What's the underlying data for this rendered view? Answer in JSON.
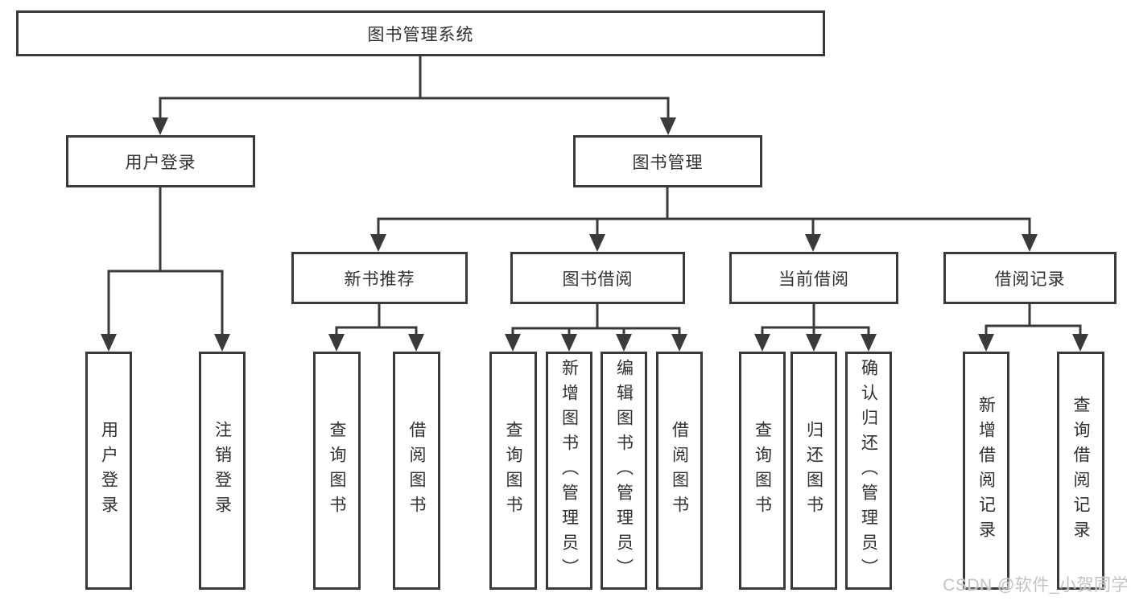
{
  "diagram": {
    "root": {
      "label": "图书管理系统",
      "children": [
        {
          "label": "用户登录",
          "children": [
            {
              "label": "用户登录"
            },
            {
              "label": "注销登录"
            }
          ]
        },
        {
          "label": "图书管理",
          "children": [
            {
              "label": "新书推荐",
              "children": [
                {
                  "label": "查询图书"
                },
                {
                  "label": "借阅图书"
                }
              ]
            },
            {
              "label": "图书借阅",
              "children": [
                {
                  "label": "查询图书"
                },
                {
                  "label": "新增图书（管理员）"
                },
                {
                  "label": "编辑图书（管理员）"
                },
                {
                  "label": "借阅图书"
                }
              ]
            },
            {
              "label": "当前借阅",
              "children": [
                {
                  "label": "查询图书"
                },
                {
                  "label": "归还图书"
                },
                {
                  "label": "确认归还（管理员）"
                }
              ]
            },
            {
              "label": "借阅记录",
              "children": [
                {
                  "label": "新增借阅记录"
                },
                {
                  "label": "查询借阅记录"
                }
              ]
            }
          ]
        }
      ]
    }
  },
  "watermark": {
    "text": "CSDN @软件_小贺同学"
  },
  "colors": {
    "line": "#3a3a3a",
    "box_border": "#3a3a3a",
    "text": "#303030",
    "watermark": "#c3c3c3",
    "background": "#ffffff"
  }
}
